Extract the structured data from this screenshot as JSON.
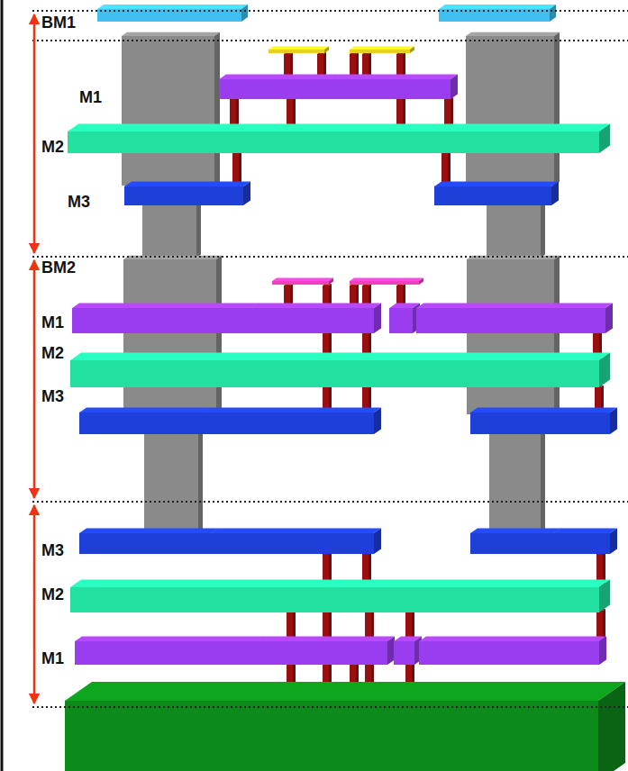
{
  "diagram": {
    "labels": [
      "BM1",
      "M1",
      "M2",
      "M3",
      "BM2",
      "M1",
      "M2",
      "M3",
      "M3",
      "M2",
      "M1"
    ]
  }
}
